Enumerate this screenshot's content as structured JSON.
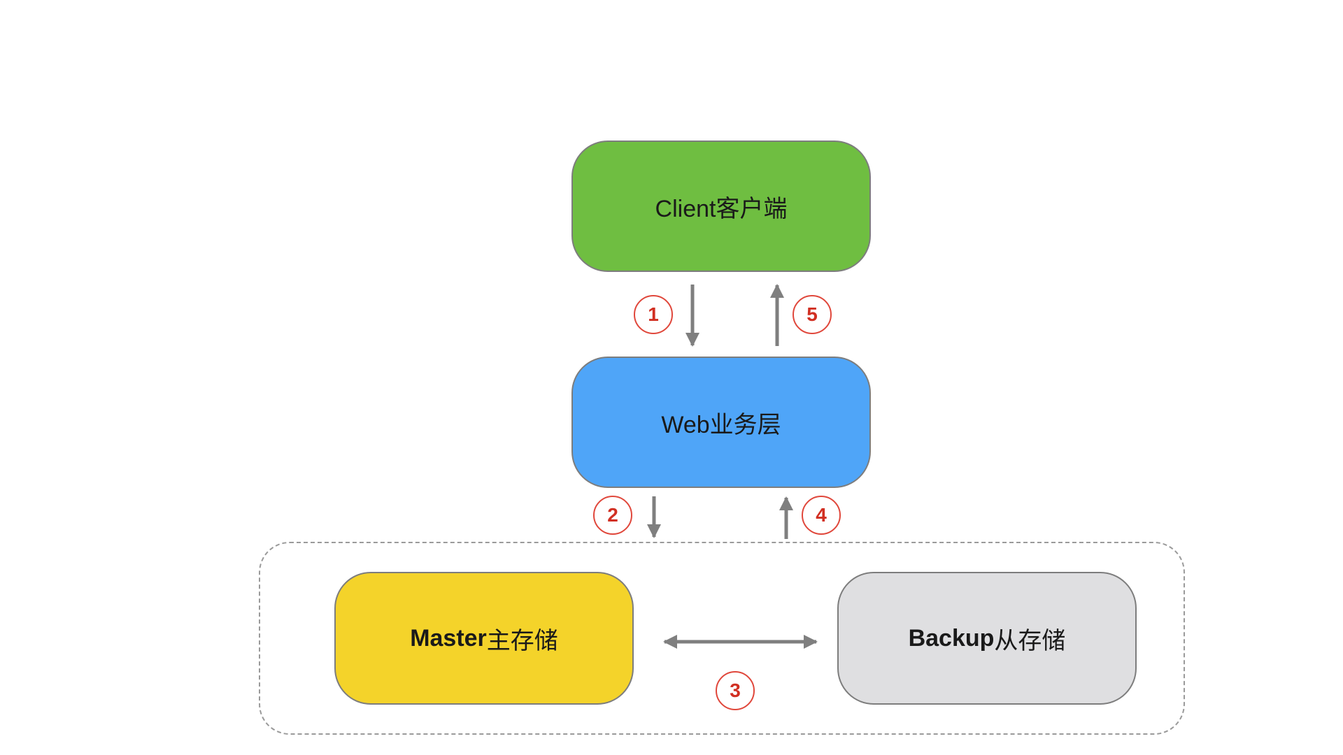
{
  "nodes": {
    "client": {
      "label": "Client客户端",
      "color": "#6fbe41"
    },
    "web": {
      "label": "Web业务层",
      "color": "#4fa5f8"
    },
    "master": {
      "bold_label": "Master",
      "label": "主存储",
      "color": "#f4d32a"
    },
    "backup": {
      "bold_label": "Backup",
      "label": "从存储",
      "color": "#dfdfe1"
    }
  },
  "steps": {
    "s1": "1",
    "s2": "2",
    "s3": "3",
    "s4": "4",
    "s5": "5"
  },
  "edges": [
    {
      "from": "client",
      "to": "web",
      "step": "1"
    },
    {
      "from": "web",
      "to": "master",
      "step": "2"
    },
    {
      "from": "master",
      "to": "backup",
      "step": "3",
      "bidirectional": true
    },
    {
      "from": "master",
      "to": "web",
      "step": "4"
    },
    {
      "from": "web",
      "to": "client",
      "step": "5"
    }
  ],
  "colors": {
    "arrow": "#7f7f7f",
    "step_circle": "#e0473b",
    "step_text": "#d12f22",
    "group_border": "#9a9a9a"
  }
}
